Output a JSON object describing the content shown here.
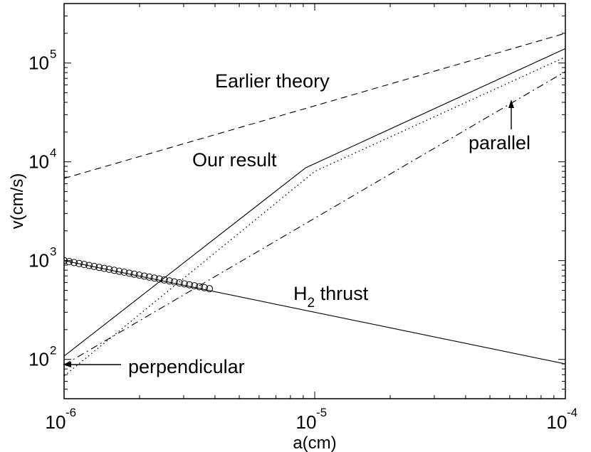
{
  "chart_data": {
    "type": "line",
    "title": "",
    "xlabel": "a(cm)",
    "ylabel": "v(cm/s)",
    "xscale": "log",
    "yscale": "log",
    "xlim": [
      1e-06,
      0.0001
    ],
    "ylim": [
      40,
      400000
    ],
    "grid": false,
    "x_ticks": [
      {
        "base": "10",
        "exp": "-6",
        "value": 1e-06
      },
      {
        "base": "10",
        "exp": "-5",
        "value": 1e-05
      },
      {
        "base": "10",
        "exp": "-4",
        "value": 0.0001
      }
    ],
    "y_ticks": [
      {
        "base": "10",
        "exp": "2",
        "value": 100
      },
      {
        "base": "10",
        "exp": "3",
        "value": 1000
      },
      {
        "base": "10",
        "exp": "4",
        "value": 10000
      },
      {
        "base": "10",
        "exp": "5",
        "value": 100000
      }
    ],
    "series": [
      {
        "style": "dashed",
        "x": [
          1e-06,
          0.0001
        ],
        "y": [
          6800,
          200000
        ]
      },
      {
        "style": "solid",
        "x": [
          1e-06,
          9.2e-06,
          0.0001
        ],
        "y": [
          108,
          8700,
          140000
        ]
      },
      {
        "style": "dotted",
        "x": [
          1e-06,
          1e-05,
          0.0001
        ],
        "y": [
          68,
          8000,
          115000
        ]
      },
      {
        "style": "dashdot",
        "x": [
          1e-06,
          0.0001
        ],
        "y": [
          88,
          82000
        ]
      },
      {
        "style": "solid",
        "x": [
          1e-06,
          0.0001
        ],
        "y": [
          1000,
          90
        ]
      },
      {
        "style": "circles",
        "x_range": [
          1e-06,
          3.8e-06
        ],
        "count": 30,
        "y_at": [
          1000,
          520
        ]
      }
    ],
    "annotations": [
      {
        "id": "earlier",
        "text": "Earlier theory"
      },
      {
        "id": "our",
        "text": "Our result"
      },
      {
        "id": "parallel",
        "text": "parallel"
      },
      {
        "id": "perpendicular",
        "text": "perpendicular"
      },
      {
        "id": "h2",
        "text": "H",
        "sub": "2",
        "suffix": " thrust"
      }
    ]
  }
}
